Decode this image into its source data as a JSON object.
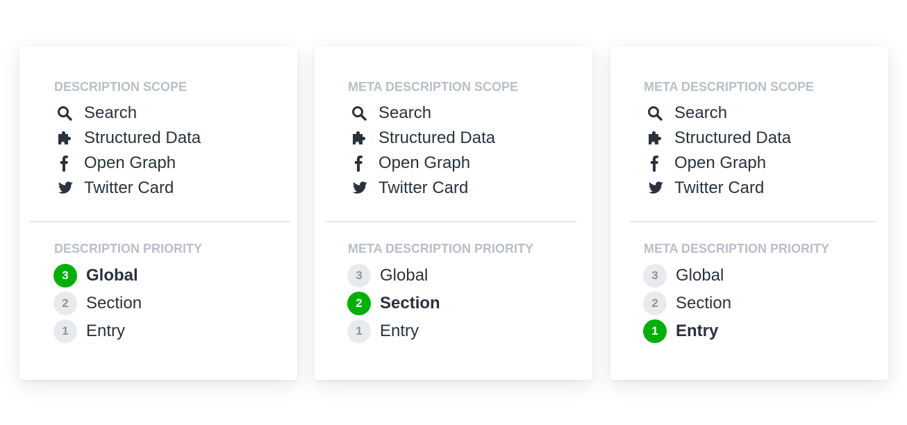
{
  "colors": {
    "title": "#b8bfc8",
    "text": "#29323d",
    "active_badge": "#00b007",
    "inactive_badge": "#e8eaed"
  },
  "cards": [
    {
      "scope_title": "DESCRIPTION SCOPE",
      "scope_items": [
        {
          "icon": "search-icon",
          "label": "Search"
        },
        {
          "icon": "puzzle-icon",
          "label": "Structured Data"
        },
        {
          "icon": "facebook-icon",
          "label": "Open Graph"
        },
        {
          "icon": "twitter-icon",
          "label": "Twitter Card"
        }
      ],
      "priority_title": "DESCRIPTION PRIORITY",
      "priority_items": [
        {
          "number": "3",
          "label": "Global",
          "active": true
        },
        {
          "number": "2",
          "label": "Section",
          "active": false
        },
        {
          "number": "1",
          "label": "Entry",
          "active": false
        }
      ]
    },
    {
      "scope_title": "META DESCRIPTION SCOPE",
      "scope_items": [
        {
          "icon": "search-icon",
          "label": "Search"
        },
        {
          "icon": "puzzle-icon",
          "label": "Structured Data"
        },
        {
          "icon": "facebook-icon",
          "label": "Open Graph"
        },
        {
          "icon": "twitter-icon",
          "label": "Twitter Card"
        }
      ],
      "priority_title": "META DESCRIPTION PRIORITY",
      "priority_items": [
        {
          "number": "3",
          "label": "Global",
          "active": false
        },
        {
          "number": "2",
          "label": "Section",
          "active": true
        },
        {
          "number": "1",
          "label": "Entry",
          "active": false
        }
      ]
    },
    {
      "scope_title": "META DESCRIPTION SCOPE",
      "scope_items": [
        {
          "icon": "search-icon",
          "label": "Search"
        },
        {
          "icon": "puzzle-icon",
          "label": "Structured Data"
        },
        {
          "icon": "facebook-icon",
          "label": "Open Graph"
        },
        {
          "icon": "twitter-icon",
          "label": "Twitter Card"
        }
      ],
      "priority_title": "META DESCRIPTION PRIORITY",
      "priority_items": [
        {
          "number": "3",
          "label": "Global",
          "active": false
        },
        {
          "number": "2",
          "label": "Section",
          "active": false
        },
        {
          "number": "1",
          "label": "Entry",
          "active": true
        }
      ]
    }
  ]
}
